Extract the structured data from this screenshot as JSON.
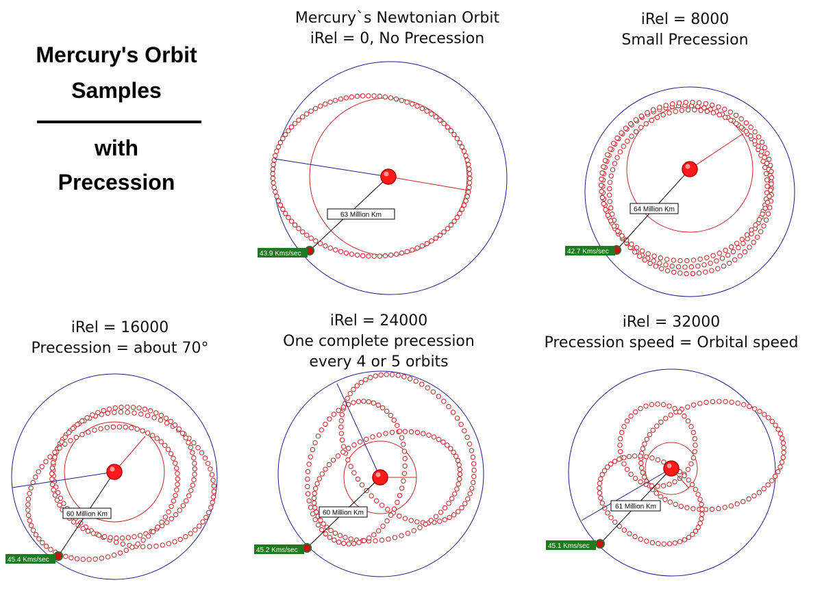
{
  "heading": {
    "line1": "Mercury's Orbit",
    "line2": "Samples",
    "line3": "with",
    "line4": "Precession"
  },
  "colors": {
    "boundary": "#1a1a8c",
    "orbit": "#cc2222",
    "sun": "#ff1a1a",
    "planet": "#cc1111",
    "speed_bg": "#1e7a1e",
    "speed_fg": "#ffffff"
  },
  "panels": [
    {
      "caption": [
        "Mercury`s Newtonian Orbit",
        "iRel = 0,  No Precession"
      ],
      "distance": "63 Million Km",
      "speed": "43.9 Kms/sec"
    },
    {
      "caption": [
        "iRel = 8000",
        "Small Precession"
      ],
      "distance": "64 Million Km",
      "speed": "42.7 Kms/sec"
    },
    {
      "caption": [
        "iRel = 16000",
        "Precession = about 70°"
      ],
      "distance": "60 Million Km",
      "speed": "45.4 Kms/sec"
    },
    {
      "caption": [
        "iRel = 24000",
        "One complete precession",
        "every 4 or 5 orbits"
      ],
      "distance": "60 Million Km",
      "speed": "45.2 Kms/sec"
    },
    {
      "caption": [
        "iRel = 32000",
        "Precession speed = Orbital speed"
      ],
      "distance": "61 Million Km",
      "speed": "45.1 Kms/sec"
    }
  ]
}
